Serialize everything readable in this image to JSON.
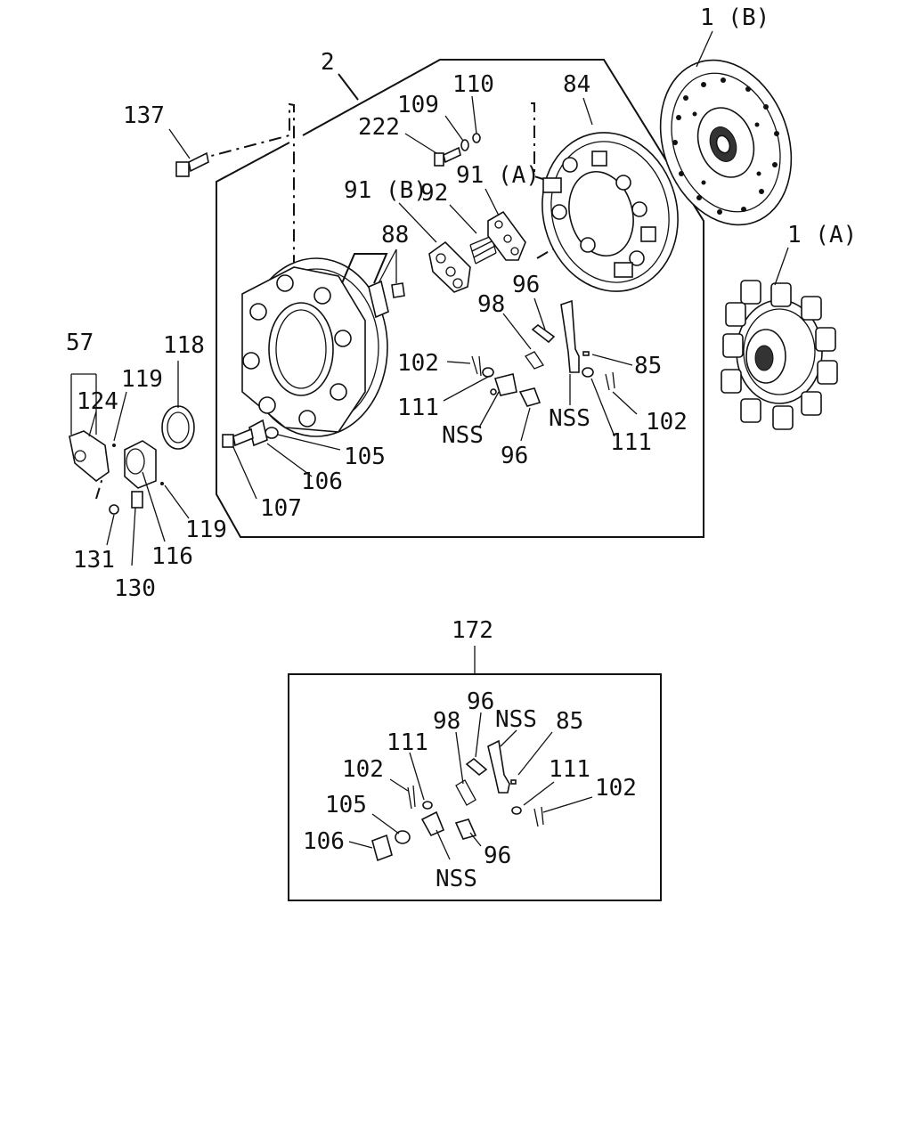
{
  "labels": {
    "l2": "2",
    "l1b": "1 (B)",
    "l137": "137",
    "l110": "110",
    "l109": "109",
    "l84": "84",
    "l222": "222",
    "l91b": "91 (B)",
    "l92": "92",
    "l91a": "91 (A)",
    "l1a": "1 (A)",
    "l88": "88",
    "l96a": "96",
    "l98a": "98",
    "l57": "57",
    "l118": "118",
    "l119a": "119",
    "l124": "124",
    "l102a": "102",
    "l85a": "85",
    "l111a": "111",
    "lnssa": "NSS",
    "l102b": "102",
    "lnssb": "NSS",
    "l105a": "105",
    "l111b": "111",
    "l96b": "96",
    "l106a": "106",
    "l107": "107",
    "l119b": "119",
    "l131": "131",
    "l116": "116",
    "l130": "130",
    "l172": "172",
    "l96c": "96",
    "lnssc": "NSS",
    "l85b": "85",
    "l98b": "98",
    "l111c": "111",
    "l102c": "102",
    "l111d": "111",
    "l102d": "102",
    "l105b": "105",
    "l106b": "106",
    "l96d": "96",
    "lnssd": "NSS"
  }
}
